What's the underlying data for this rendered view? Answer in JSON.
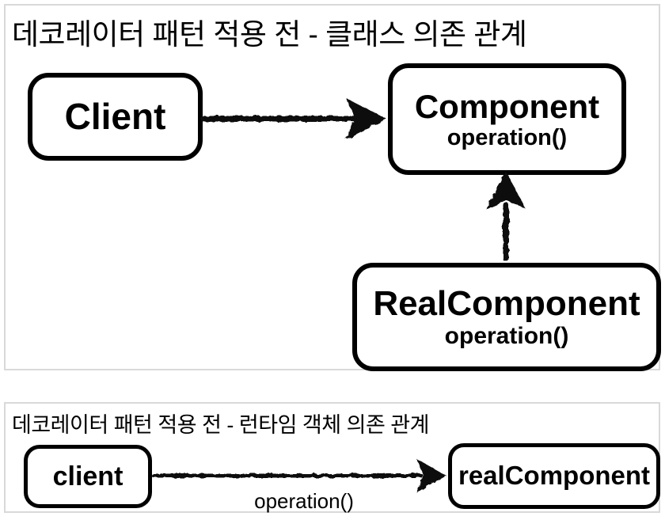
{
  "panels": {
    "class_dependency": {
      "title": "데코레이터 패턴 적용 전 - 클래스 의존 관계",
      "client": {
        "label": "Client"
      },
      "component": {
        "name": "Component",
        "method": "operation()"
      },
      "real_component": {
        "name": "RealComponent",
        "method": "operation()"
      }
    },
    "runtime_dependency": {
      "title": "데코레이터 패턴 적용 전 - 런타임 객체 의존 관계",
      "client": {
        "label": "client"
      },
      "real_component": {
        "label": "realComponent"
      },
      "arrow_label": "operation()"
    }
  },
  "colors": {
    "background": "#ffffff",
    "panel_border": "#d9d9d9",
    "node_border": "#000000",
    "text": "#000000",
    "arrow": "#0d0d0d"
  }
}
